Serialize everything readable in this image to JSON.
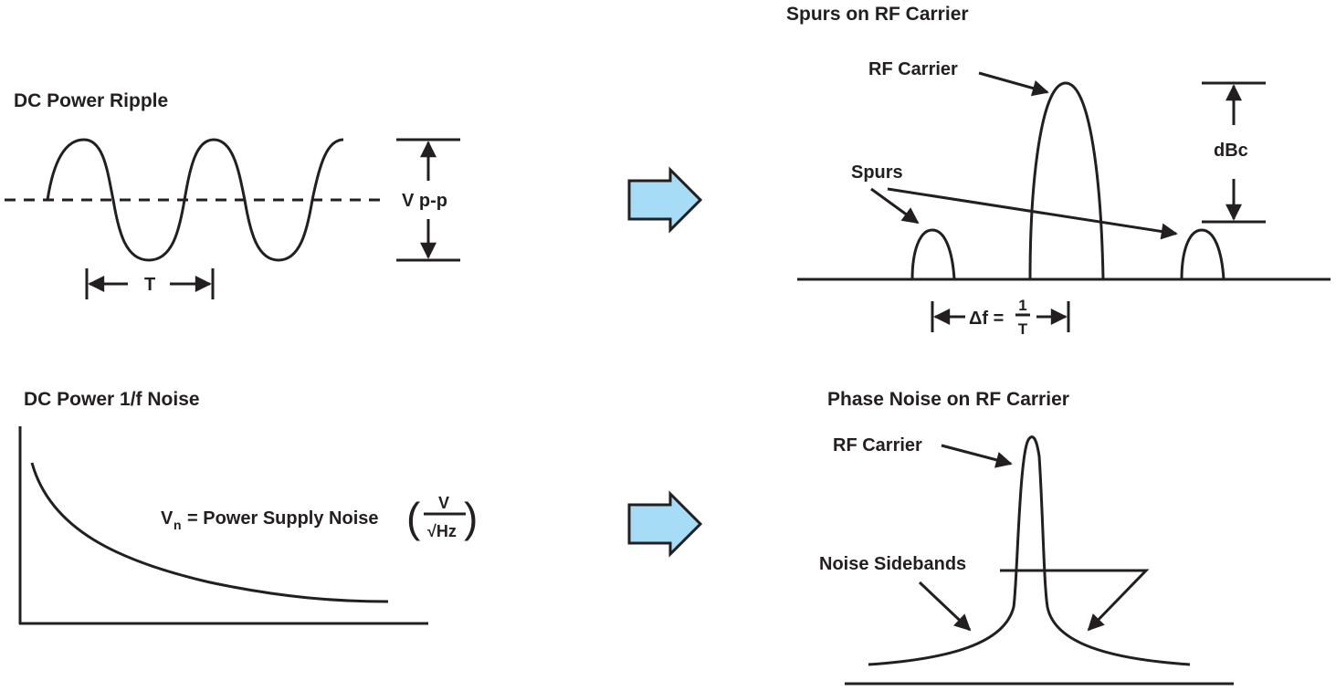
{
  "colors": {
    "ink": "#231f20",
    "arrow_fill": "#a6dcf5",
    "background": "#ffffff"
  },
  "panels": {
    "dc_ripple": {
      "title": "DC Power Ripple",
      "amplitude_label": "V p-p",
      "period_label": "T"
    },
    "spurs": {
      "title": "Spurs on RF Carrier",
      "carrier_label": "RF Carrier",
      "spurs_label": "Spurs",
      "level_label": "dBc",
      "spacing_label_prefix": "Δf =",
      "spacing_numerator": "1",
      "spacing_denominator": "T"
    },
    "dc_noise": {
      "title": "DC Power 1/f Noise",
      "formula_symbol": "V",
      "formula_subscript": "n",
      "formula_text": "= Power Supply Noise",
      "unit_numerator": "V",
      "unit_denominator": "√Hz"
    },
    "phase_noise": {
      "title": "Phase Noise on RF Carrier",
      "carrier_label": "RF Carrier",
      "sidebands_label": "Noise Sidebands"
    }
  },
  "connectors": [
    {
      "name": "ripple-to-spurs",
      "icon": "right-arrow"
    },
    {
      "name": "noise-to-phase-noise",
      "icon": "right-arrow"
    }
  ]
}
